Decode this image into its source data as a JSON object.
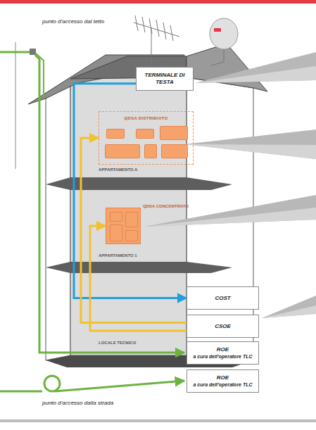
{
  "diagram": {
    "nodes": [
      {
        "text": [
          "TERMINALE DI TESTA"
        ]
      },
      {
        "text": [
          "QDSA DISTRIBUITO"
        ]
      },
      {
        "text": [
          "QDSA CONCENTRATO"
        ]
      },
      {
        "text": [
          "COST"
        ]
      },
      {
        "text": [
          "CSOE"
        ]
      },
      {
        "text": [
          "ROE",
          "a cura dell'operatore TLC"
        ]
      },
      {
        "text": [
          "ROE",
          "a cura dell'operatore TLC"
        ]
      }
    ],
    "edges": [
      {
        "from": 0,
        "to": 3,
        "arrow": "to"
      },
      {
        "from": 4,
        "to": 1,
        "arrow": "to"
      },
      {
        "from": 4,
        "to": 2,
        "arrow": "to"
      }
    ],
    "labels": [
      "punto d'accesso dal tetto",
      "APPARTAMENTO A",
      "APPARTAMENTO 1",
      "LOCALE TECNICO",
      "punto d'accesso dalla strada"
    ]
  }
}
